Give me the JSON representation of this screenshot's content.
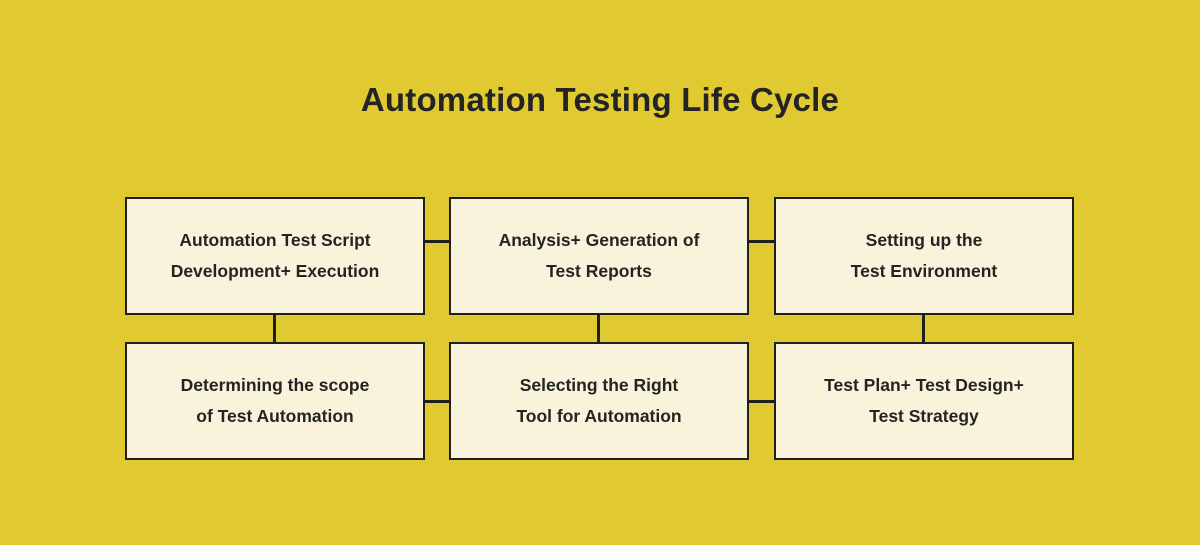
{
  "title": "Automation Testing Life Cycle",
  "colors": {
    "background": "#e1ca31",
    "node_fill": "#f8f3da",
    "node_border": "#1f1f1f",
    "text": "#242424",
    "connector": "#1f1f1f"
  },
  "diagram": {
    "type": "flowchart",
    "nodes": [
      {
        "id": "automation-test-script-development-execution",
        "lines": [
          "Automation Test Script",
          "Development+ Execution"
        ]
      },
      {
        "id": "analysis-generation-of-test-reports",
        "lines": [
          "Analysis+ Generation of",
          "Test Reports"
        ]
      },
      {
        "id": "setting-up-the-test-environment",
        "lines": [
          "Setting up the",
          "Test Environment"
        ]
      },
      {
        "id": "determining-the-scope-of-test-automation",
        "lines": [
          "Determining the scope",
          "of Test Automation"
        ]
      },
      {
        "id": "selecting-the-right-tool-for-automation",
        "lines": [
          "Selecting the Right",
          "Tool for Automation"
        ]
      },
      {
        "id": "test-plan-test-design-test-strategy",
        "lines": [
          "Test Plan+ Test Design+",
          "Test Strategy"
        ]
      }
    ],
    "edges": [
      "automation-test-script-development-execution — analysis-generation-of-test-reports",
      "analysis-generation-of-test-reports — setting-up-the-test-environment",
      "automation-test-script-development-execution — determining-the-scope-of-test-automation",
      "analysis-generation-of-test-reports — selecting-the-right-tool-for-automation",
      "setting-up-the-test-environment — test-plan-test-design-test-strategy",
      "determining-the-scope-of-test-automation — selecting-the-right-tool-for-automation",
      "selecting-the-right-tool-for-automation — test-plan-test-design-test-strategy"
    ]
  }
}
